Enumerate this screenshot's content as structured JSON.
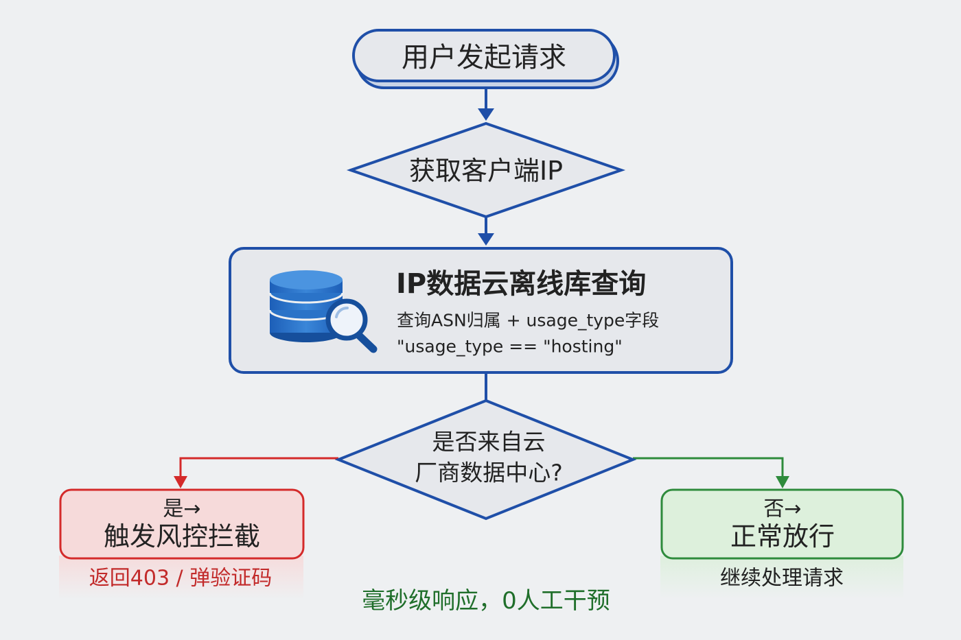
{
  "nodes": {
    "start": {
      "label": "用户发起请求"
    },
    "get_ip": {
      "label": "获取客户端IP"
    },
    "lookup": {
      "title": "IP数据云离线库查询",
      "line1": "查询ASN归属 + usage_type字段",
      "line2": "\"usage_type == \"hosting\""
    },
    "decision": {
      "line1": "是否来自云",
      "line2": "厂商数据中心?"
    },
    "yes": {
      "prefix": "是→",
      "label": "触发风控拦截",
      "caption": "返回403 / 弹验证码"
    },
    "no": {
      "prefix": "否→",
      "label": "正常放行",
      "caption": "继续处理请求"
    }
  },
  "footer": "毫秒级响应，0人工干预",
  "icons": {
    "lookup_icon": "database-search-icon"
  },
  "colors": {
    "background": "#eef0f2",
    "primary_stroke": "#1f4fa8",
    "node_fill": "#e6e8ec",
    "reject_stroke": "#d42a2a",
    "reject_fill": "#f6dada",
    "pass_stroke": "#2e8b3c",
    "pass_fill": "#ddf0dc",
    "footer_text": "#1f6e2a",
    "text": "#222222"
  }
}
